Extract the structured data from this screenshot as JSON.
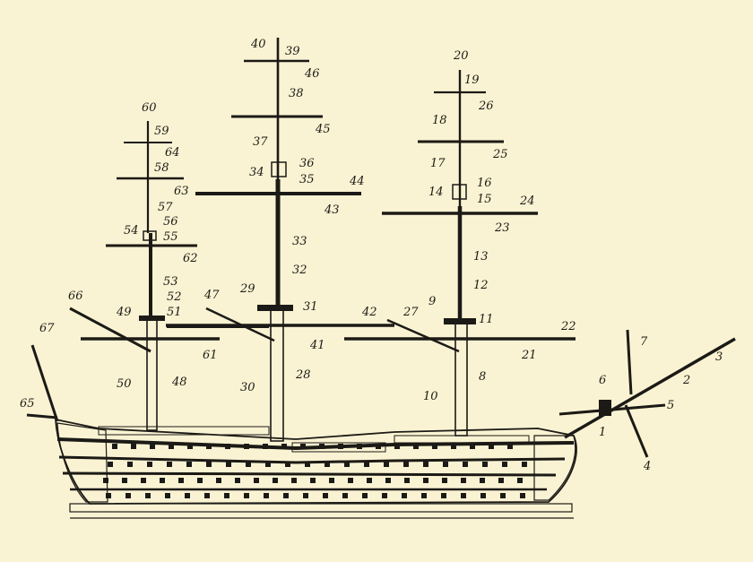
{
  "colors": {
    "background": "#faf3d3",
    "ink": "#1c1a16",
    "hatch": "#6a665c"
  },
  "labels": [
    "1",
    "2",
    "3",
    "4",
    "5",
    "6",
    "7",
    "8",
    "9",
    "10",
    "11",
    "12",
    "13",
    "14",
    "15",
    "16",
    "17",
    "18",
    "19",
    "20",
    "21",
    "22",
    "23",
    "24",
    "25",
    "26",
    "27",
    "28",
    "29",
    "30",
    "31",
    "32",
    "33",
    "34",
    "35",
    "36",
    "37",
    "38",
    "39",
    "40",
    "41",
    "42",
    "43",
    "44",
    "45",
    "46",
    "47",
    "48",
    "49",
    "50",
    "51",
    "52",
    "53",
    "54",
    "55",
    "56",
    "57",
    "58",
    "59",
    "60",
    "61",
    "62",
    "63",
    "64",
    "65",
    "66",
    "67"
  ]
}
